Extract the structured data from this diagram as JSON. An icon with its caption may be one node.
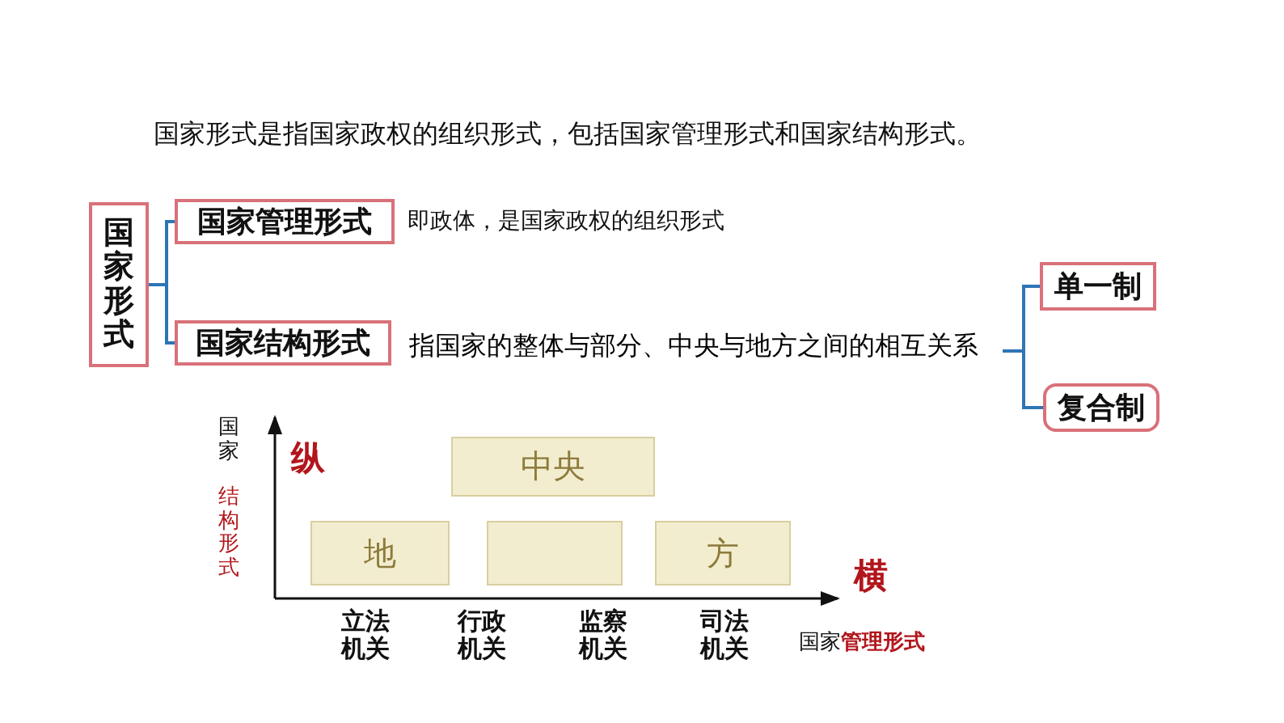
{
  "diagram": {
    "title": "国家形式是指国家政权的组织形式，包括国家管理形式和国家结构形式。",
    "nodes": [
      {
        "text": [
          "国家形式"
        ]
      },
      {
        "text": [
          "国家管理形式"
        ],
        "beside": [
          "即政体，是国家政权的组织形式"
        ]
      },
      {
        "text": [
          "国家结构形式"
        ]
      },
      {
        "text": [
          "指国家的整体与部分、中央与地方之间的相互关系"
        ]
      },
      {
        "text": [
          "单一制"
        ]
      },
      {
        "text": [
          "复合制"
        ]
      },
      {
        "text": [
          "中央"
        ]
      },
      {
        "text": [
          "地"
        ]
      },
      {
        "text": [],
        "shape": "box"
      },
      {
        "text": [
          "方"
        ]
      }
    ],
    "edges": [
      {
        "from": 0,
        "to": 1,
        "arrow": "none",
        "color": "#2e75b6"
      },
      {
        "from": 0,
        "to": 2,
        "arrow": "none",
        "color": "#2e75b6"
      },
      {
        "from": 3,
        "to": 4,
        "arrow": "none",
        "color": "#2e75b6"
      },
      {
        "from": 3,
        "to": 5,
        "arrow": "none",
        "color": "#2e75b6"
      }
    ],
    "labels": [
      "纵",
      "横",
      "国家",
      "结构形式",
      "立法机关",
      "行政机关",
      "监察机关",
      "司法机关",
      "国家",
      "管理形式"
    ]
  }
}
